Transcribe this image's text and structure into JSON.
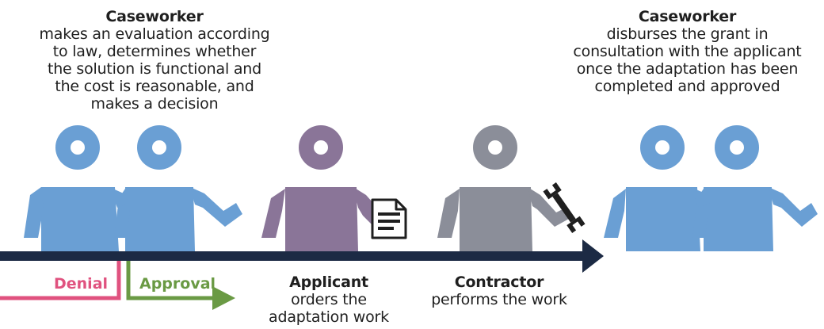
{
  "caseworker_left": {
    "title": "Caseworker",
    "description": [
      "makes an evaluation according",
      "to law, determines whether",
      "the solution is functional and",
      "the cost is reasonable, and",
      "makes a decision"
    ]
  },
  "caseworker_right": {
    "title": "Caseworker",
    "description": [
      "disburses the grant in",
      "consultation with the applicant",
      "once the adaptation has been",
      "completed and approved"
    ]
  },
  "applicant": {
    "title": "Applicant",
    "description": [
      "orders the",
      "adaptation work"
    ]
  },
  "contractor": {
    "title": "Contractor",
    "description": [
      "performs the work"
    ]
  },
  "branches": {
    "denial": "Denial",
    "approval": "Approval"
  },
  "icons": {
    "document": "document-icon",
    "wrench": "wrench-icon",
    "arrow": "timeline-arrow"
  },
  "colors": {
    "caseworker": "#6a9fd4",
    "applicant": "#8a7598",
    "contractor": "#8b8e99",
    "timeline": "#1c2a44",
    "denial": "#e0527f",
    "approval": "#6a9a44"
  }
}
